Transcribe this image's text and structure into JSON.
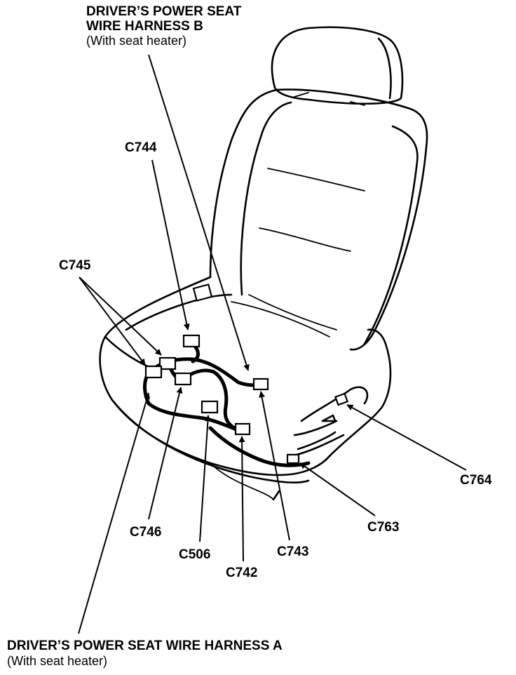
{
  "harness_b": {
    "line1": "DRIVER’S POWER SEAT",
    "line2": "WIRE HARNESS B",
    "note": "(With seat heater)"
  },
  "harness_a": {
    "line1": "DRIVER’S POWER SEAT WIRE HARNESS A",
    "note": "(With seat heater)"
  },
  "connectors": {
    "c744": "C744",
    "c745": "C745",
    "c746": "C746",
    "c506": "C506",
    "c742": "C742",
    "c743": "C743",
    "c763": "C763",
    "c764": "C764"
  }
}
